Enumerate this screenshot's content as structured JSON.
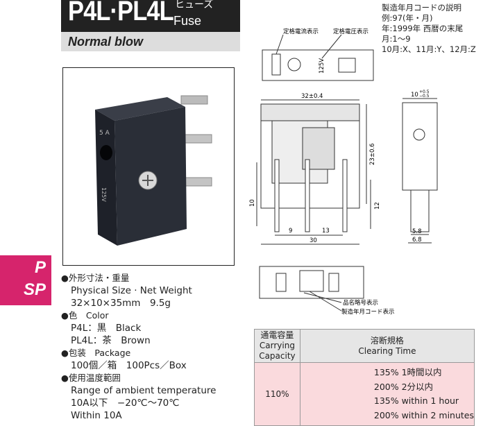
{
  "header": {
    "title": "P4L·PL4L",
    "title_kana": "ヒューズ",
    "title_en": "Fuse",
    "subtitle": "Normal blow"
  },
  "date_code": {
    "lines": [
      "製造年月コードの説明",
      "例:97(年・月)",
      "年:1999年 西暦の末尾",
      "月:1〜9",
      "10月:X、11月:Y、12月:Z"
    ]
  },
  "diagram": {
    "label_current": "定格電流表示",
    "label_voltage": "定格電圧表示",
    "voltage_mark": "125V",
    "dim_width": "32±0.4",
    "dim_depth_top": "10",
    "dim_depth_top_sup": "+0.5",
    "dim_depth_top_sub": "−0.5",
    "dim_height": "23±0.6",
    "dim_pin_left": "10",
    "dim_pin_right": "12",
    "dim_9": "9",
    "dim_13": "13",
    "dim_30": "30",
    "dim_5_8": "5.8",
    "dim_6_8": "6.8",
    "label_product_code": "品名略号表示",
    "label_date_code": "製造年月コード表示"
  },
  "photo": {
    "marking_current": "5 A",
    "marking_voltage": "125V"
  },
  "tab": {
    "p": "P",
    "sp": "SP"
  },
  "specs": {
    "size_heading": "●外形寸法・重量",
    "size_en": "Physical Size · Net Weight",
    "size_value": "32×10×35mm　9.5g",
    "color_heading": "●色　Color",
    "color_p4l": "P4L：黒　Black",
    "color_pl4l": "PL4L：茶　Brown",
    "package_heading": "●包装　Package",
    "package_value": "100個／箱　100Pcs／Box",
    "temp_heading": "●使用温度範囲",
    "temp_en": "Range of ambient temperature",
    "temp_value": "10A以下　−20℃〜70℃",
    "temp_value_en": "Within 10A"
  },
  "table": {
    "col1_jp": "通電容量",
    "col1_en": "Carrying Capacity",
    "col2_jp": "溶断規格",
    "col2_en": "Clearing Time",
    "capacity": "110%",
    "times": [
      "135% 1時間以内",
      "200% 2分以内",
      "135% within 1 hour",
      "200% within 2 minutes"
    ]
  }
}
